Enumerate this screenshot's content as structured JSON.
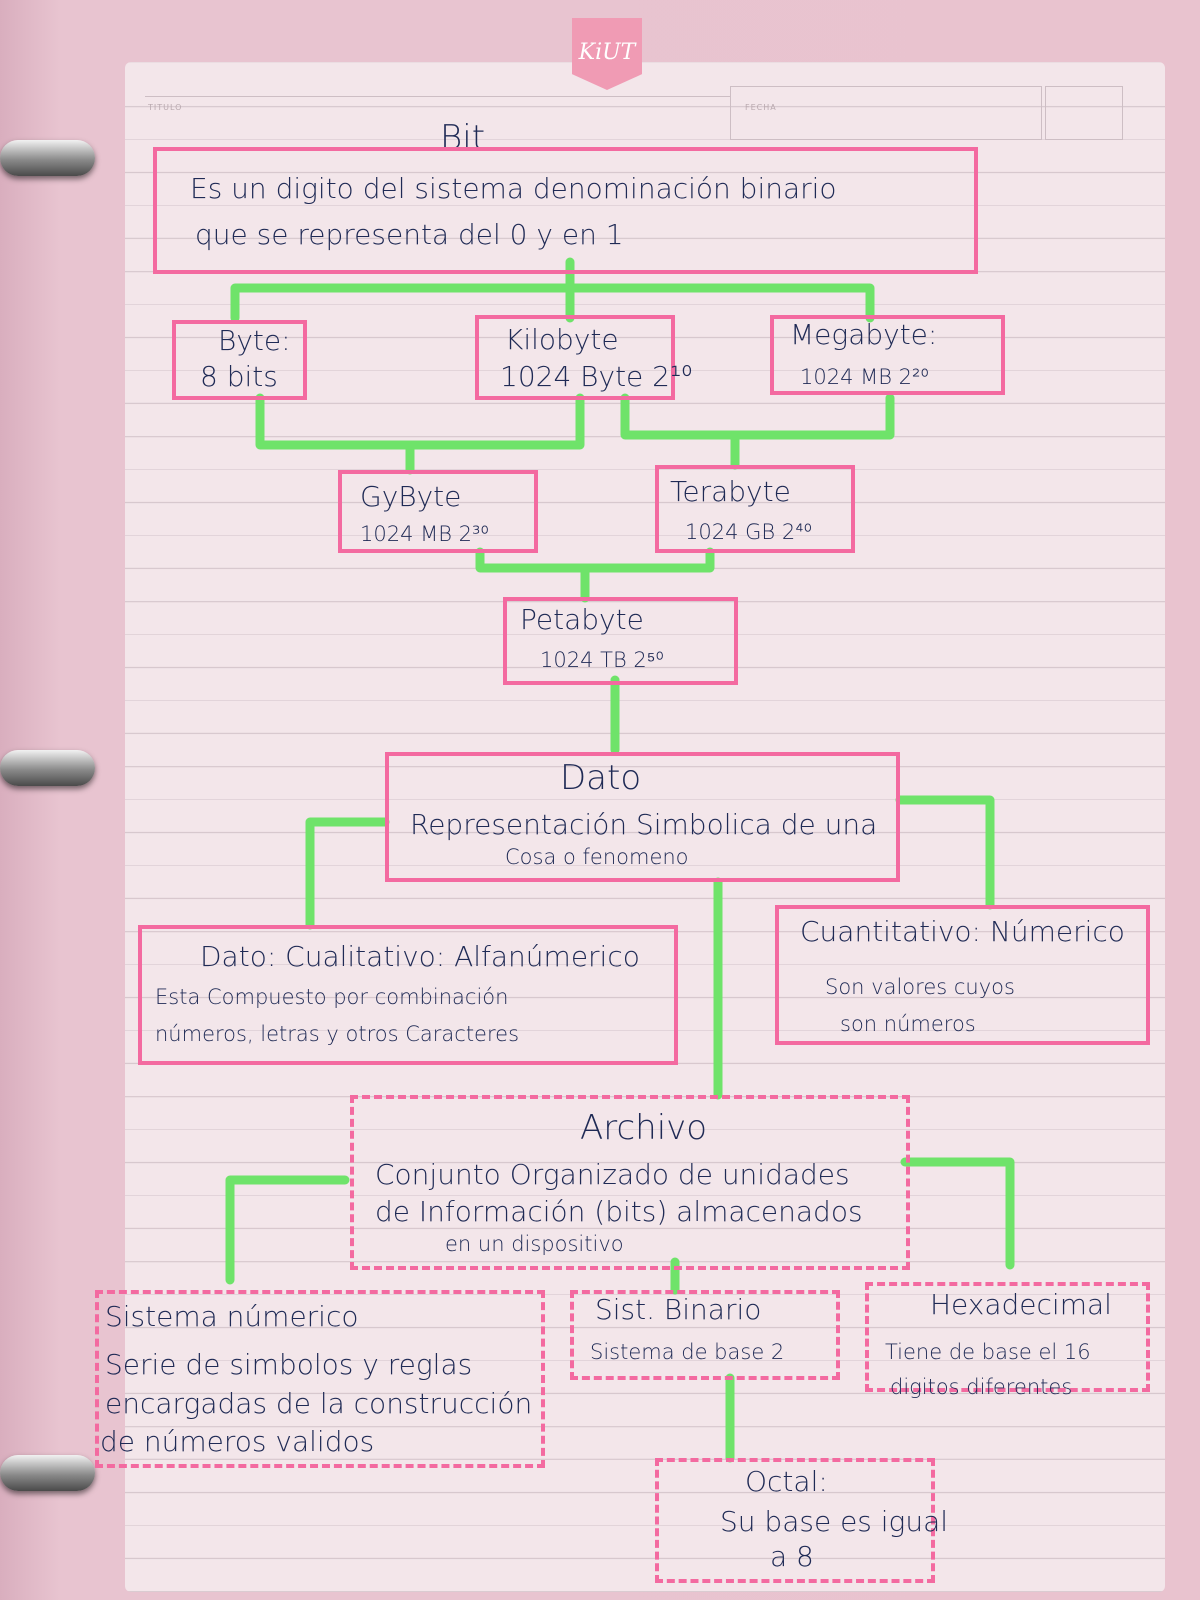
{
  "brand": {
    "tab_logo": "KiUT",
    "header_title_label": "TITULO",
    "header_date_label": "FECHA"
  },
  "bit": {
    "title": "Bit",
    "line1": "Es un digito del sistema denominación binario",
    "line2": "que se representa del 0 y en 1"
  },
  "byte": {
    "title": "Byte:",
    "value": "8 bits"
  },
  "kilobyte": {
    "title": "Kilobyte",
    "value": "1024 Byte 2¹⁰"
  },
  "megabyte": {
    "title": "Megabyte:",
    "value": "1024 MB 2²⁰"
  },
  "gigabyte": {
    "title": "GyByte",
    "value": "1024 MB 2³⁰"
  },
  "terabyte": {
    "title": "Terabyte",
    "value": "1024 GB 2⁴⁰"
  },
  "petabyte": {
    "title": "Petabyte",
    "value": "1024 TB 2⁵⁰"
  },
  "dato": {
    "title": "Dato",
    "line1": "Representación Simbolica de una",
    "line2": "Cosa o fenomeno"
  },
  "cualitativo": {
    "title": "Dato: Cualitativo: Alfanúmerico",
    "line1": "Esta Compuesto por combinación",
    "line2": "números, letras y otros Caracteres"
  },
  "cuantitativo": {
    "title": "Cuantitativo: Númerico",
    "line1": "Son valores cuyos",
    "line2": "son números"
  },
  "archivo": {
    "title": "Archivo",
    "line1": "Conjunto Organizado de unidades",
    "line2": "de Información (bits) almacenados",
    "line3": "en un dispositivo"
  },
  "sistema_numerico": {
    "title": "Sistema númerico",
    "line1": "Serie de simbolos y reglas",
    "line2": "encargadas de la construcción",
    "line3": "de números validos"
  },
  "binario": {
    "title": "Sist. Binario",
    "line1": "Sistema de base 2"
  },
  "hexadecimal": {
    "title": "Hexadecimal",
    "line1": "Tiene de base el 16",
    "line2": "digitos diferentes"
  },
  "octal": {
    "title": "Octal:",
    "line1": "Su base es igual",
    "line2": "a 8"
  },
  "colors": {
    "box_border": "#f36aa0",
    "connector": "#6fe36a",
    "ink": "#1f2a55",
    "paper": "#f3e6ea"
  }
}
